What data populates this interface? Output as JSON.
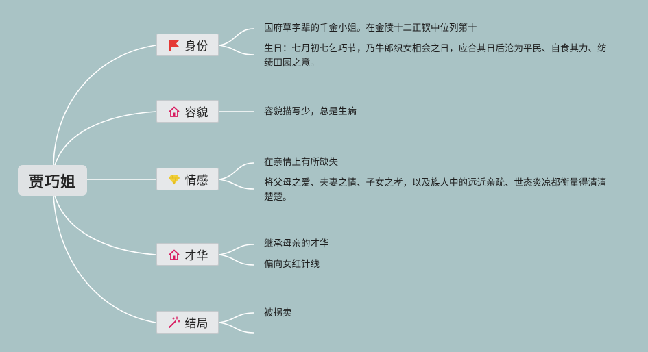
{
  "root": {
    "label": "贾巧姐"
  },
  "branches": [
    {
      "label": "身份",
      "icon": "flag-icon",
      "icon_color": "#e53935",
      "leaves": [
        "国府草字辈的千金小姐。在金陵十二正钗中位列第十",
        "生日：七月初七乞巧节，乃牛郎织女相会之日，应合其日后沦为平民、自食其力、纺绩田园之意。"
      ]
    },
    {
      "label": "容貌",
      "icon": "home-icon",
      "icon_color": "#d81b60",
      "leaves": [
        "容貌描写少，总是生病"
      ]
    },
    {
      "label": "情感",
      "icon": "diamond-icon",
      "icon_color": "#f2d13a",
      "leaves": [
        "在亲情上有所缺失",
        "将父母之爱、夫妻之情、子女之孝，以及族人中的远近亲疏、世态炎凉都衡量得清清楚楚。"
      ]
    },
    {
      "label": "才华",
      "icon": "home-icon",
      "icon_color": "#d81b60",
      "leaves": [
        "继承母亲的才华",
        "偏向女红针线"
      ]
    },
    {
      "label": "结局",
      "icon": "magic-wand-icon",
      "icon_color": "#d81b60",
      "leaves": [
        "被拐卖",
        ""
      ]
    }
  ]
}
